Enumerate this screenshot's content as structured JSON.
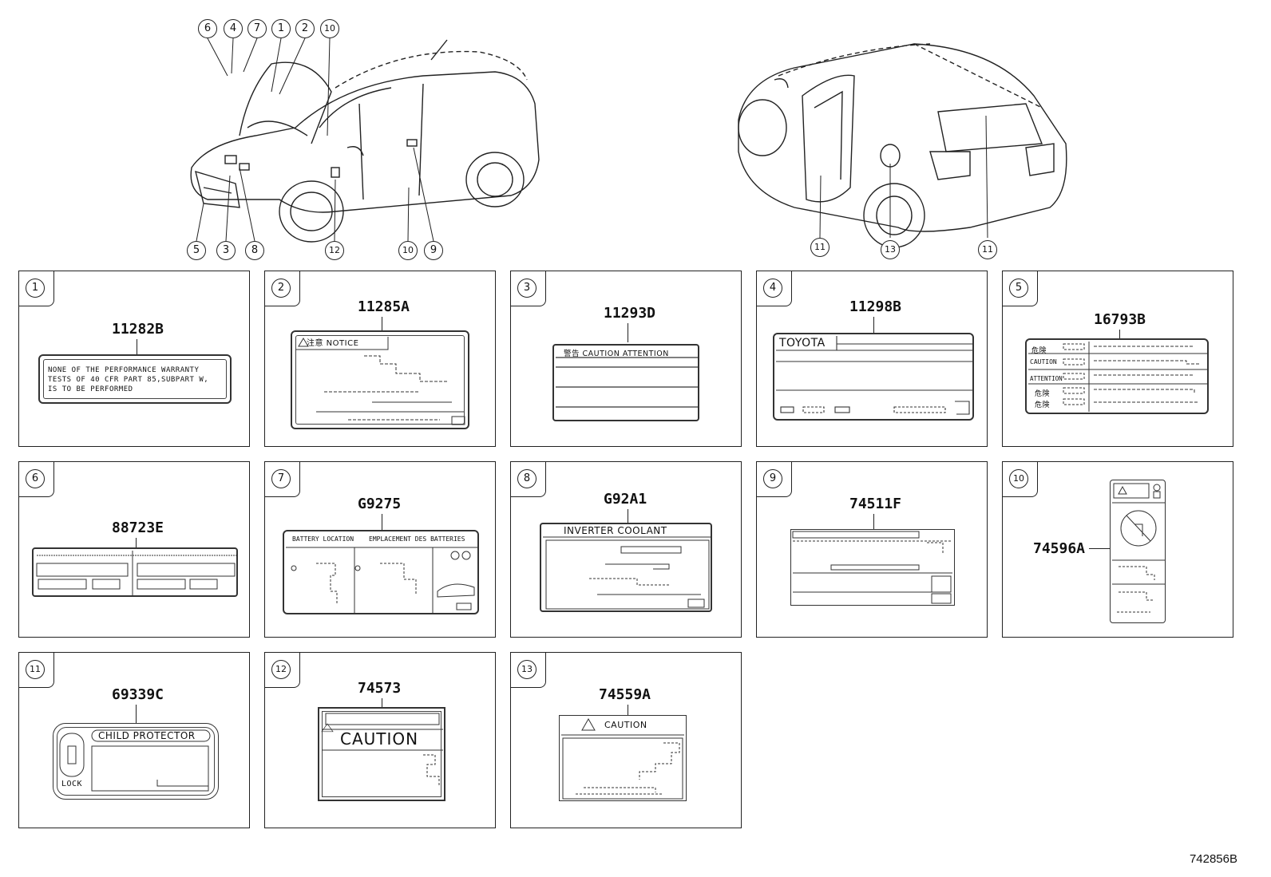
{
  "diagram_code": "742856B",
  "car_callouts_front": {
    "top": [
      "6",
      "4",
      "7",
      "1",
      "2",
      "10"
    ],
    "bottom": [
      "5",
      "3",
      "8",
      "12",
      "10",
      "9"
    ]
  },
  "car_callouts_rear": [
    "11",
    "13",
    "11"
  ],
  "panels": [
    {
      "num": "1",
      "part": "11282B",
      "text": [
        "NONE OF THE PERFORMANCE WARRANTY",
        "TESTS OF 40 CFR PART 85,SUBPART W,",
        "IS TO BE PERFORMED"
      ]
    },
    {
      "num": "2",
      "part": "11285A",
      "header": "注意 NOTICE"
    },
    {
      "num": "3",
      "part": "11293D",
      "header": "警告 CAUTION ATTENTION"
    },
    {
      "num": "4",
      "part": "11298B",
      "header": "TOYOTA"
    },
    {
      "num": "5",
      "part": "16793B",
      "rows": [
        "危険",
        "CAUTION",
        "ATTENTION",
        "危険",
        "危険"
      ]
    },
    {
      "num": "6",
      "part": "88723E"
    },
    {
      "num": "7",
      "part": "G9275",
      "header_left": "BATTERY LOCATION",
      "header_right": "EMPLACEMENT DES BATTERIES"
    },
    {
      "num": "8",
      "part": "G92A1",
      "header": "INVERTER COOLANT"
    },
    {
      "num": "9",
      "part": "74511F"
    },
    {
      "num": "10",
      "part": "74596A"
    },
    {
      "num": "11",
      "part": "69339C",
      "header": "CHILD PROTECTOR",
      "lock": "LOCK"
    },
    {
      "num": "12",
      "part": "74573",
      "header": "CAUTION"
    },
    {
      "num": "13",
      "part": "74559A",
      "header": "CAUTION"
    }
  ]
}
